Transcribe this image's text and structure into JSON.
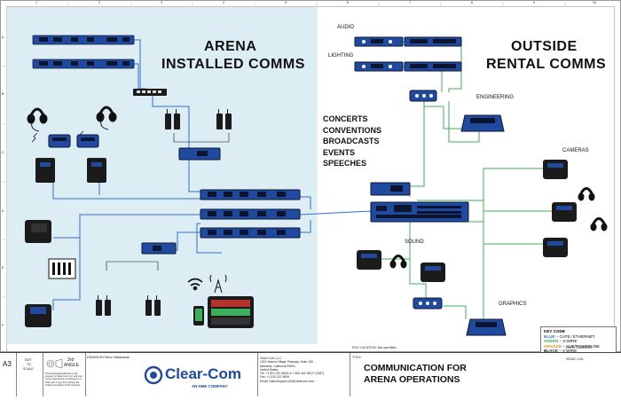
{
  "grid": {
    "columns": [
      "1",
      "2",
      "3",
      "4",
      "5",
      "6",
      "7",
      "8",
      "9",
      "10"
    ],
    "rows": [
      "A",
      "B",
      "C",
      "D",
      "E",
      "F"
    ]
  },
  "arena": {
    "line1": "ARENA",
    "line2": "INSTALLED COMMS"
  },
  "outside": {
    "line1": "OUTSIDE",
    "line2": "RENTAL COMMS"
  },
  "labels": {
    "audio": "AUDIO",
    "lighting": "LIGHTING",
    "engineering": "ENGINEERING",
    "cameras": "CAMERAS",
    "sound": "SOUND",
    "graphics": "GRAPHICS"
  },
  "events": [
    "CONCERTS",
    "CONVENTIONS",
    "BROADCASTS",
    "EVENTS",
    "SPEECHES"
  ],
  "key_code": {
    "title": "KEY CODE",
    "items": [
      {
        "name": "BLUE",
        "desc": " – CAT5 / ETHERNET",
        "color": "#2f6fd0"
      },
      {
        "name": "GREEN",
        "desc": " – 2-WIRE",
        "color": "#3fae5a"
      },
      {
        "name": "ORANGE",
        "desc": " – XLR/POWERLINE",
        "color": "#e8931e"
      },
      {
        "name": "BLACK",
        "desc": " – 4-WIRE",
        "color": "#111111"
      }
    ]
  },
  "title_block": {
    "sheet_size": "A3",
    "not_to_scale_1": "NOT",
    "not_to_scale_2": "TO",
    "not_to_scale_3": "SCALE",
    "angle_1": "3rd",
    "angle_2": "ANGLE",
    "disclaimer": "This drawing/specification is the property of Clear-Com LLC and may not be reproduced or disclosed to a third party in any form without the written permission of the company",
    "drawn_by": "DRAWN BY:",
    "drawn_by_name": "Steve Walasavae",
    "brand": "Clear-Com",
    "tagline": "AN HME COMPANY",
    "company": "Clear-Com, LLC",
    "addr1": "1301 Marina Village Parkway, Suite 105",
    "addr2": "Alameda, California 94501",
    "addr3": "United States",
    "tel": "Tel: +1 510 337 6600 or 1 800 462 HELP (4357)",
    "fax": "Fax: +1 510 337 6699",
    "email": "Email: SalesSupport-US@clearcom.com",
    "file_location": "FILE LOCATION:  Not specified",
    "title_label": "TITLE:",
    "title_1": "COMMUNICATION FOR",
    "title_2": "ARENA OPERATIONS",
    "date": "DATE:  01/08/2020",
    "issue": "ISSUE:  1/01"
  },
  "colors": {
    "arena_bg": "#dcedf4",
    "device_blue": "#1f4aa0",
    "device_dark": "#16203a",
    "line_blue": "#2f6fd0",
    "line_green": "#3fae5a"
  }
}
